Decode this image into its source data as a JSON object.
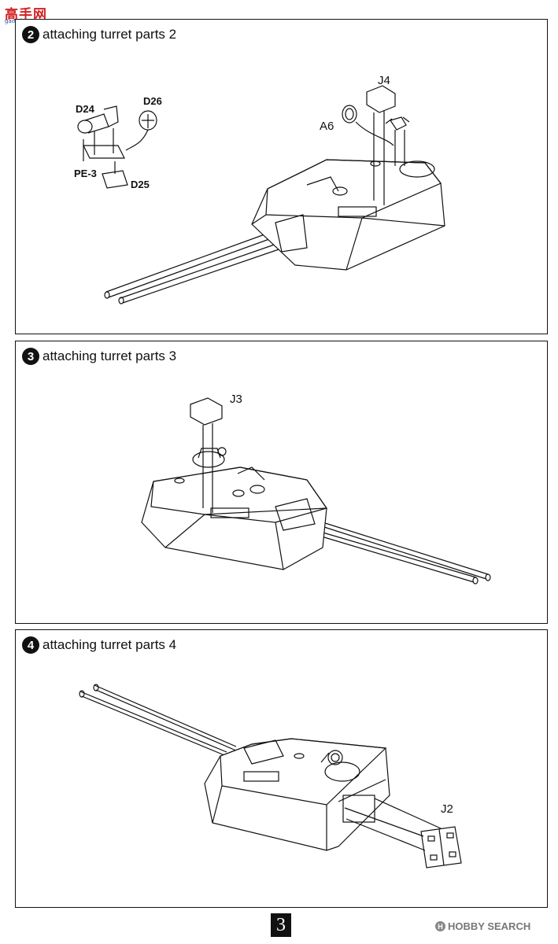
{
  "watermark": {
    "cn": "高手网",
    "url": "gao-shou.com"
  },
  "steps": [
    {
      "number": "2",
      "title": "attaching turret parts 2",
      "parts": [
        "D24",
        "D26",
        "PE-3",
        "D25",
        "J4",
        "A6"
      ]
    },
    {
      "number": "3",
      "title": "attaching turret parts 3",
      "parts": [
        "J3"
      ]
    },
    {
      "number": "4",
      "title": "attaching turret parts 4",
      "parts": [
        "J2"
      ]
    }
  ],
  "footer": {
    "page_number": "3",
    "brand": "HOBBY SEARCH",
    "brand_logo_letter": "H"
  }
}
